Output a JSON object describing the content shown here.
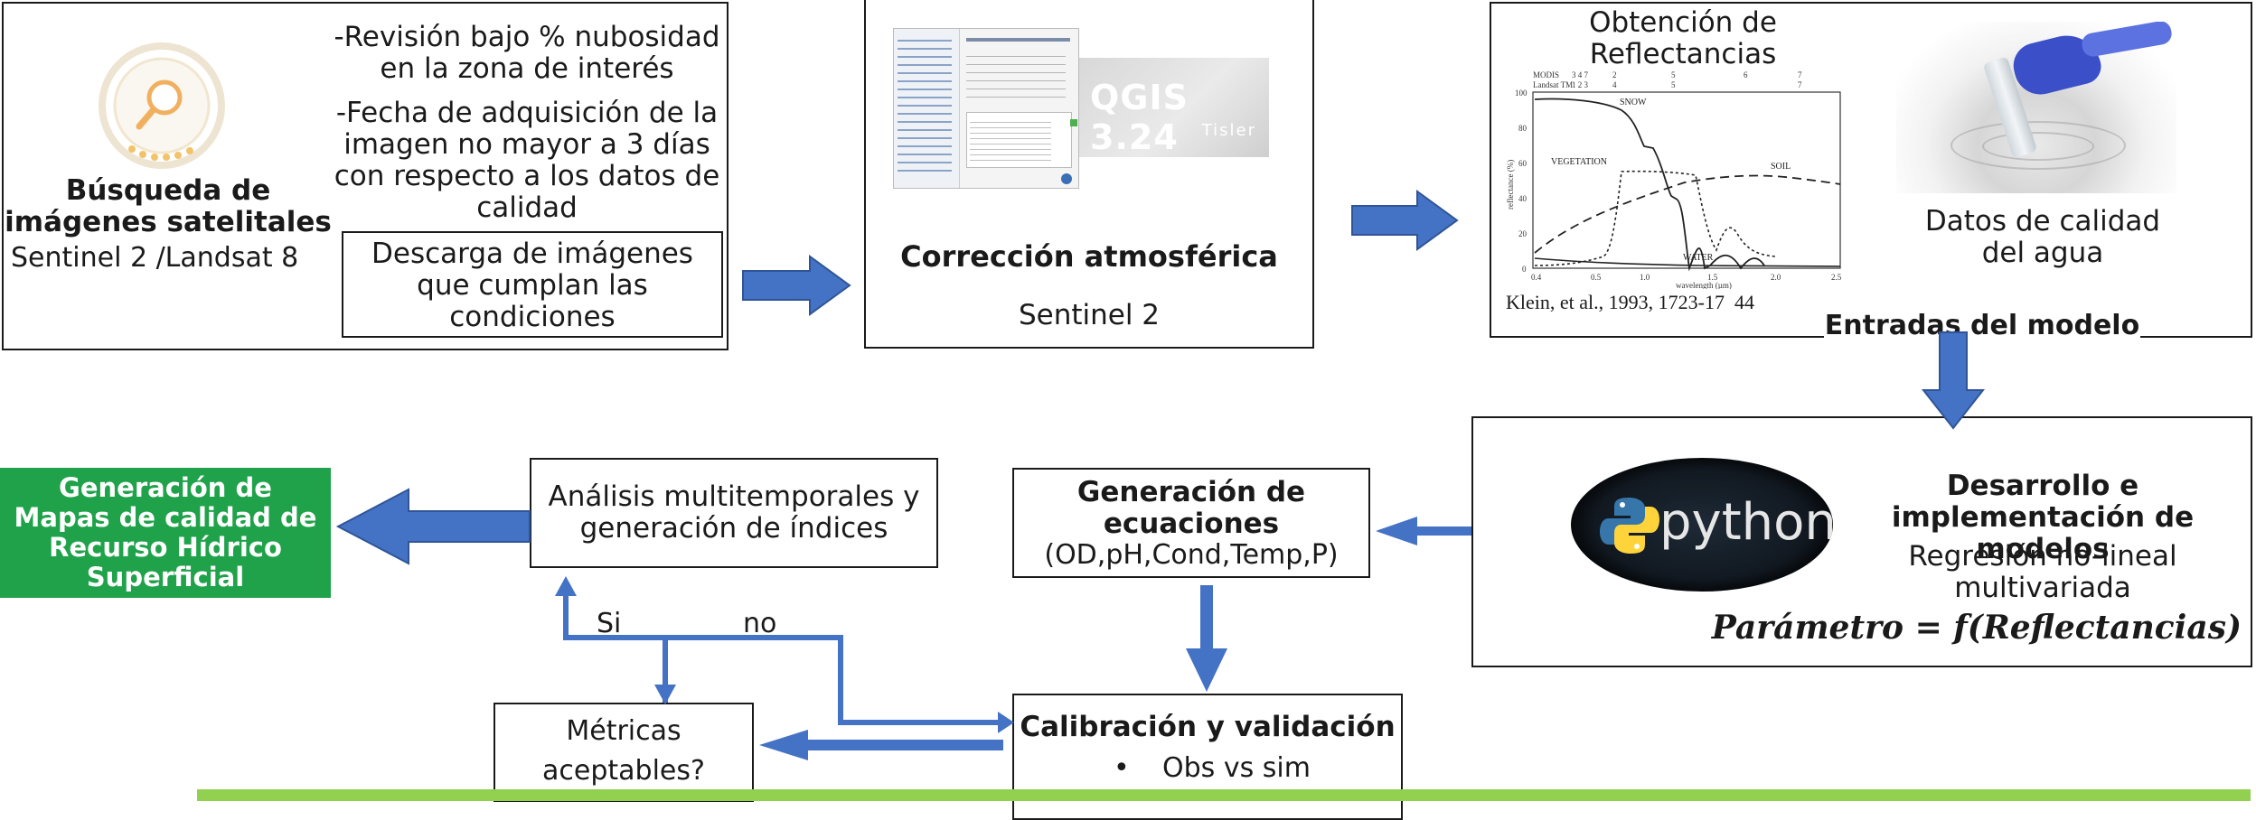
{
  "search": {
    "title": "Búsqueda de imágenes satelitales",
    "satellites": "Sentinel 2 /Landsat 8",
    "criterion_cloud": "-Revisión bajo % nubosidad en la zona de interés",
    "criterion_date": "-Fecha de adquisición de la imagen no mayor a 3 días con respecto a los datos de calidad",
    "download": "Descarga de imágenes que cumplan las condiciones",
    "icon": "magnifier-icon"
  },
  "atmos": {
    "title": "Corrección atmosférica",
    "subtitle": "Sentinel 2",
    "logo_text": "QGIS 3.24",
    "logo_sub": "Tisler"
  },
  "inputs": {
    "reflectance_title": "Obtención de Reflectancias",
    "citation": "Klein, et al., 1993, 1723-17 44",
    "water_label": "Datos de calidad del agua",
    "caption": "Entradas del modelo",
    "spectral_chart": {
      "ylabel": "reflectance (%)",
      "xlabel": "wavelength (µm)",
      "yticks": [
        "0",
        "20",
        "40",
        "60",
        "80",
        "100"
      ],
      "xticks": [
        "0.4",
        "0.5",
        "1.0",
        "1.5",
        "2.0",
        "2.5"
      ],
      "curve_labels": [
        "SNOW",
        "VEGETATION",
        "SOIL",
        "WATER"
      ],
      "band_rows": [
        "MODIS",
        "Landsat TM"
      ]
    }
  },
  "model": {
    "title": "Desarrollo e implementación de modelos",
    "method": "Regresión no-lineal multivariada",
    "formula_left": "Parámetro = ",
    "formula_right": "f(Reflectancias)",
    "logo_text": "python"
  },
  "equations": {
    "title": "Generación de ecuaciones",
    "params": "(OD,pH,Cond,Temp,P)"
  },
  "calibration": {
    "title": "Calibración y validación",
    "bullet": "•",
    "item": "Obs vs sim"
  },
  "metrics": {
    "label": "Métricas aceptables?"
  },
  "branches": {
    "yes": "Si",
    "no": "no"
  },
  "analysis": {
    "label": "Análisis multitemporales y generación de índices"
  },
  "output": {
    "label": "Generación de Mapas de calidad de Recurso Hídrico Superficial",
    "color": "#1fa24a"
  },
  "colors": {
    "arrow": "#4472c4",
    "bottom_bar": "#92d050"
  }
}
